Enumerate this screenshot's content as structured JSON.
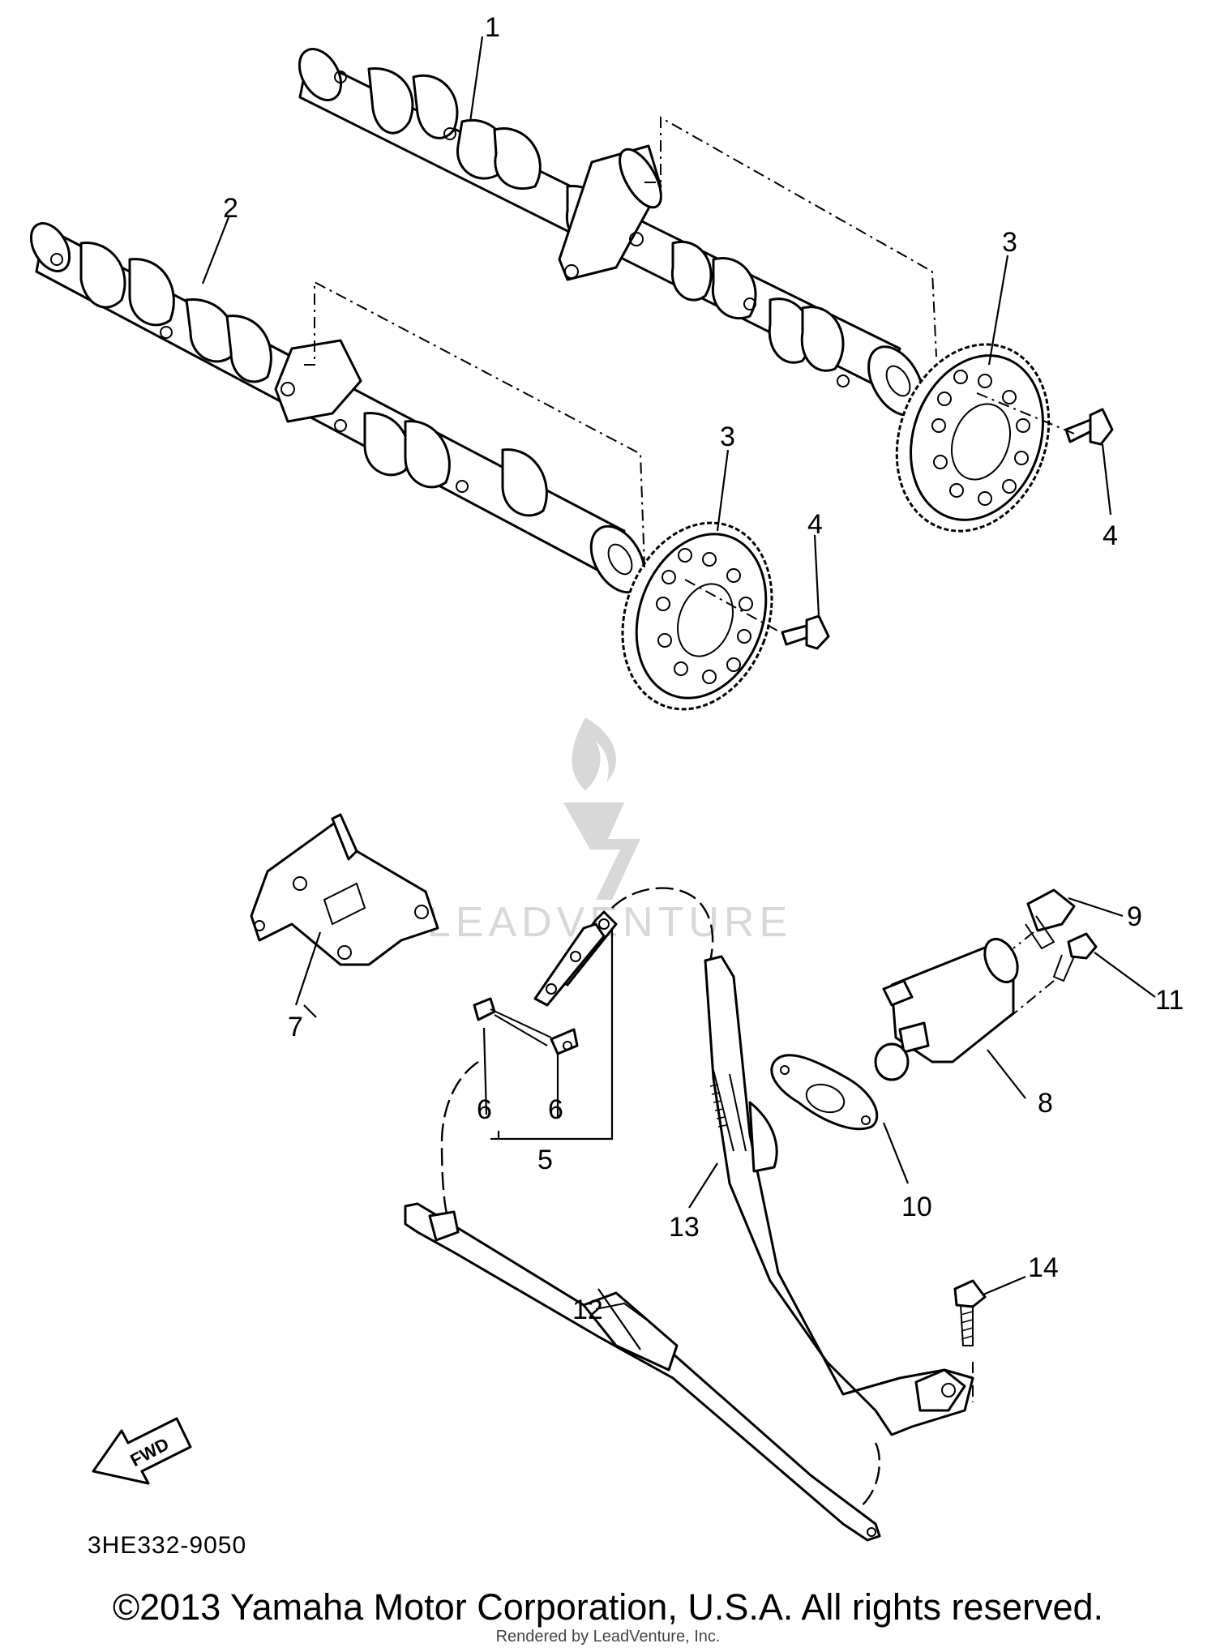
{
  "diagram": {
    "callouts": [
      {
        "id": "c1",
        "label": "1"
      },
      {
        "id": "c2",
        "label": "2"
      },
      {
        "id": "c3a",
        "label": "3"
      },
      {
        "id": "c3b",
        "label": "3"
      },
      {
        "id": "c4a",
        "label": "4"
      },
      {
        "id": "c4b",
        "label": "4"
      },
      {
        "id": "c5",
        "label": "5"
      },
      {
        "id": "c6a",
        "label": "6"
      },
      {
        "id": "c6b",
        "label": "6"
      },
      {
        "id": "c7",
        "label": "7"
      },
      {
        "id": "c8",
        "label": "8"
      },
      {
        "id": "c9",
        "label": "9"
      },
      {
        "id": "c10",
        "label": "10"
      },
      {
        "id": "c11",
        "label": "11"
      },
      {
        "id": "c12",
        "label": "12"
      },
      {
        "id": "c13",
        "label": "13"
      },
      {
        "id": "c14",
        "label": "14"
      }
    ],
    "fwd_label": "FWD",
    "diagram_code": "3HE332-9050"
  },
  "watermark": {
    "text": "LEADVENTURE"
  },
  "footer": {
    "copyright": "©2013 Yamaha Motor Corporation, U.S.A. All rights reserved.",
    "rendered_by": "Rendered by LeadVenture, Inc."
  },
  "colors": {
    "line": "#000000",
    "background": "#ffffff",
    "watermark": "#d8d8d8"
  }
}
